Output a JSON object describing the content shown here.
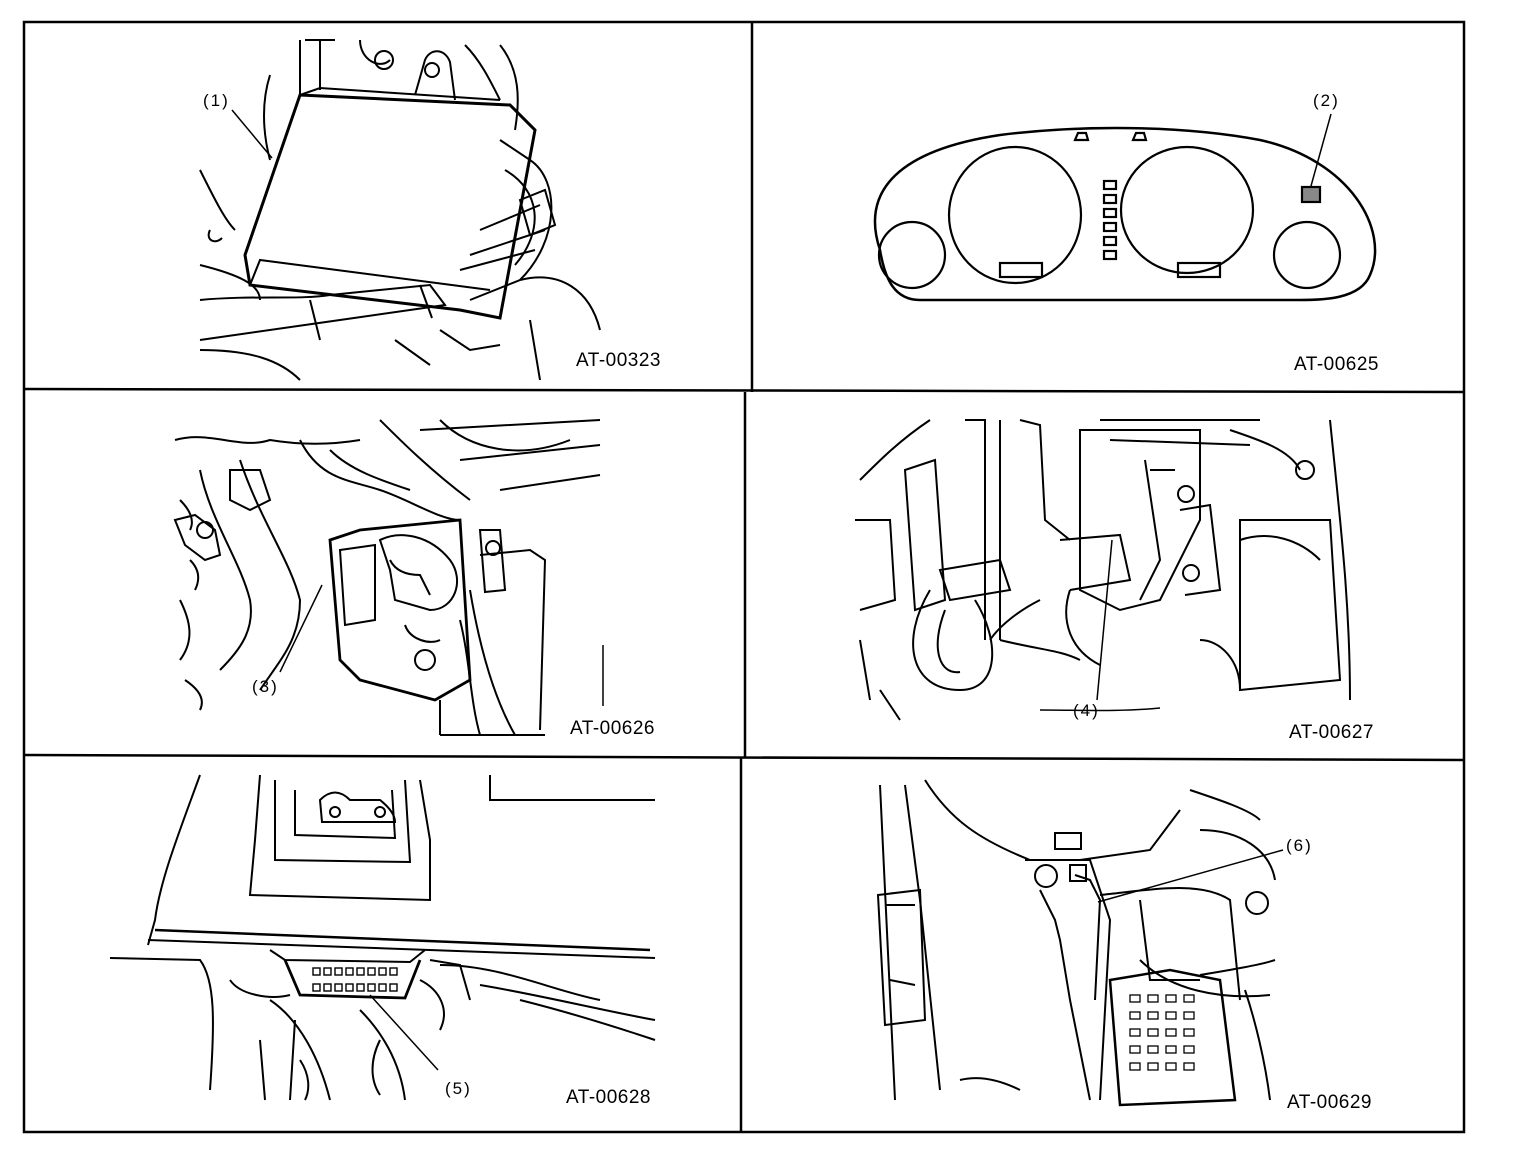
{
  "panels": [
    {
      "code": "AT-00323",
      "callout": "(1)"
    },
    {
      "code": "AT-00625",
      "callout": "(2)"
    },
    {
      "code": "AT-00626",
      "callout": "(3)"
    },
    {
      "code": "AT-00627",
      "callout": "(4)"
    },
    {
      "code": "AT-00628",
      "callout": "(5)"
    },
    {
      "code": "AT-00629",
      "callout": "(6)"
    }
  ]
}
